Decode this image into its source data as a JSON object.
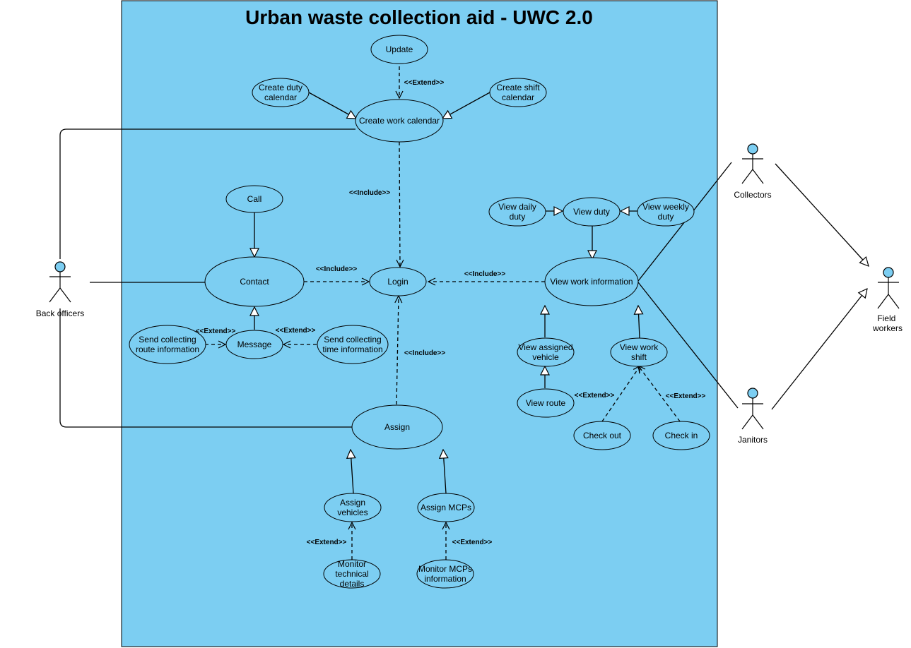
{
  "diagram": {
    "title": "Urban waste collection aid - UWC 2.0",
    "colors": {
      "system_fill": "#7ccef2",
      "usecase_fill": "#7ccef2",
      "actor_head": "#7ccef2",
      "stroke": "#000000"
    },
    "labels": {
      "extend": "<<Extend>>",
      "include": "<<Include>>"
    },
    "actors": {
      "back_officers": "Back officers",
      "collectors": "Collectors",
      "janitors": "Janitors",
      "field_workers": [
        "Field",
        "workers"
      ]
    },
    "use_cases": {
      "update": [
        "Update"
      ],
      "create_duty_calendar": [
        "Create duty",
        "calendar"
      ],
      "create_work_calendar": [
        "Create work calendar"
      ],
      "create_shift_calendar": [
        "Create shift",
        "calendar"
      ],
      "call": [
        "Call"
      ],
      "contact": [
        "Contact"
      ],
      "login": [
        "Login"
      ],
      "message": [
        "Message"
      ],
      "send_route_info": [
        "Send collecting",
        "route information"
      ],
      "send_time_info": [
        "Send collecting",
        "time information"
      ],
      "assign": [
        "Assign"
      ],
      "assign_vehicles": [
        "Assign",
        "vehicles"
      ],
      "assign_mcps": [
        "Assign MCPs"
      ],
      "monitor_technical": [
        "Monitor",
        "technical",
        "details"
      ],
      "monitor_mcps": [
        "Monitor MCPs",
        "information"
      ],
      "view_daily_duty": [
        "View daily",
        "duty"
      ],
      "view_duty": [
        "View duty"
      ],
      "view_weekly_duty": [
        "View weekly",
        "duty"
      ],
      "view_work_information": [
        "View work information"
      ],
      "view_assigned_vehicle": [
        "View assigned",
        "vehicle"
      ],
      "view_route": [
        "View route"
      ],
      "view_work_shift": [
        "View work",
        "shift"
      ],
      "check_out": [
        "Check out"
      ],
      "check_in": [
        "Check in"
      ]
    }
  }
}
